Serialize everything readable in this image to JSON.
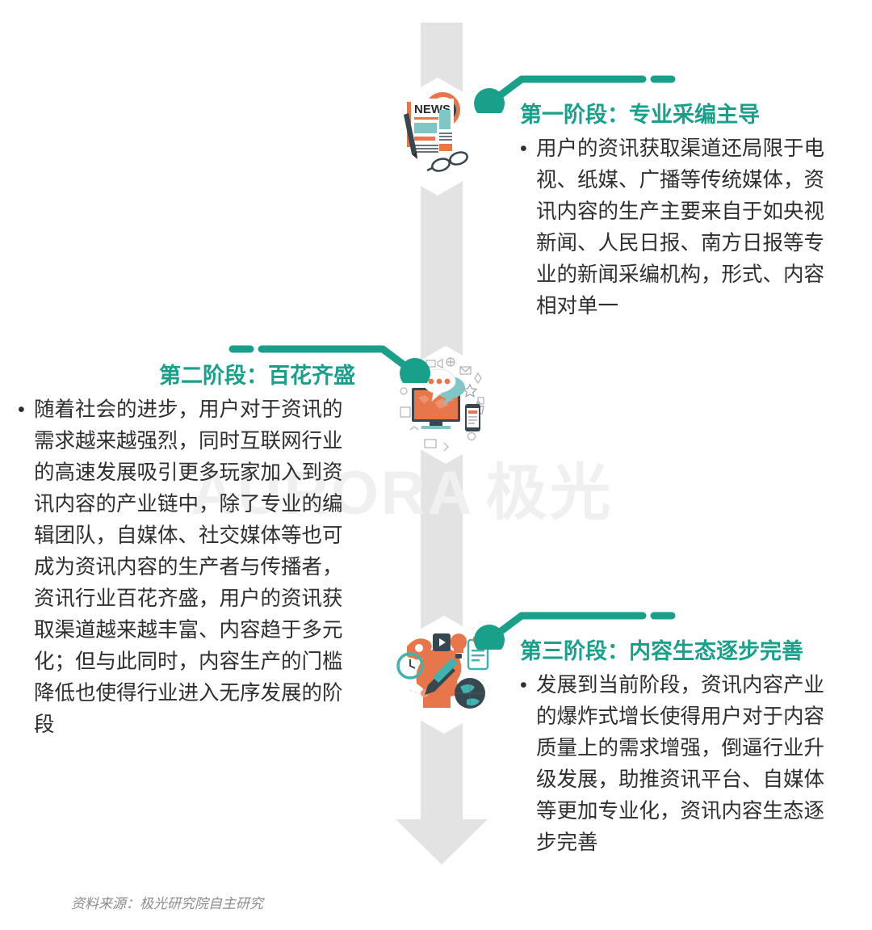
{
  "theme": {
    "accent_teal": "#19A08A",
    "arrow_gray": "#E3E3E3",
    "body_text": "#2F2F2F",
    "watermark_gray": "#F0F0F0",
    "icon_orange": "#E8764B",
    "icon_teal": "#7FC6C6",
    "icon_dark": "#37474F"
  },
  "watermark": {
    "latin": "AURORA",
    "chinese": "极光"
  },
  "stages": [
    {
      "title": "第一阶段：专业采编主导",
      "bullet": "•",
      "body": "用户的资讯获取渠道还局限于电视、纸媒、广播等传统媒体，资讯内容的生产主要来自于如央视新闻、人民日报、南方日报等专业的新闻采编机构，形式、内容相对单一",
      "icon_name": "newspaper-news-icon"
    },
    {
      "title": "第二阶段：百花齐盛",
      "bullet": "•",
      "body": "随着社会的进步，用户对于资讯的需求越来越强烈，同时互联网行业的高速发展吸引更多玩家加入到资讯内容的产业链中，除了专业的编辑团队，自媒体、社交媒体等也可成为资讯内容的生产者与传播者，资讯行业百花齐盛，用户的资讯获取渠道越来越丰富、内容趋于多元化；但与此同时，内容生产的门槛降低也使得行业进入无序发展的阶段",
      "icon_name": "social-media-screen-icon"
    },
    {
      "title": "第三阶段：内容生态逐步完善",
      "bullet": "•",
      "body": "发展到当前阶段，资讯内容产业的爆炸式增长使得用户对于内容质量上的需求增强，倒逼行业升级发展，助推资讯平台、自媒体等更加专业化，资讯内容生态逐步完善",
      "icon_name": "head-knowledge-icon"
    }
  ],
  "icons": {
    "newspaper_headline": "NEWS"
  },
  "footer": {
    "source": "资料来源：极光研究院自主研究"
  }
}
